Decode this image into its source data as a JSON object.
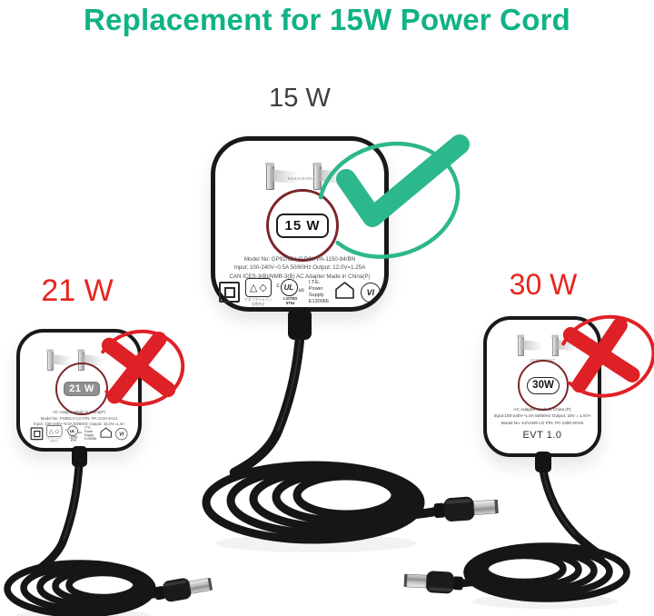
{
  "page": {
    "title": "Replacement for 15W Power Cord"
  },
  "colors": {
    "accent_green": "#10b286",
    "check_green": "#2db78d",
    "heading_red": "#e6241f",
    "reject_red": "#de2126",
    "maroon_ring": "#7b262a",
    "dark_gray_label": "#3e3e3e",
    "cable_black": "#161616"
  },
  "adapters": {
    "main": {
      "heading": "15 W",
      "badge": "15 W",
      "status": "correct-replacement",
      "prong_serial": "KD43A04934",
      "lines": [
        "Model No: GP92NB   LO   P/N: PA-1150-94/BN",
        "Input: 100-240V~0.5A  50/60Hz   Output: 12.0V=1.25A",
        "CAN ICES-3(B)/NMB-3(B)    AC Adapter    Made in China(P)"
      ]
    },
    "left": {
      "heading": "21 W",
      "badge": "21 W",
      "status": "wrong-replacement",
      "lines": [
        "AC Adapter  Made in China(P)",
        "Model No: PS56CV  LO  P/N: PA-1210-2A21",
        "Input: 100-240V~0.5A  50/60Hz  Output: 15.0V=1.4A"
      ]
    },
    "right": {
      "heading": "30 W",
      "badge": "30W",
      "status": "wrong-replacement",
      "serial": "1634F24647",
      "lines": [
        "AC Adapter Made in China (P)",
        "Input:100-240V~1.0A   50/60Hz   Output: 18V = 1.67A",
        "Model No: K2V1N9   LO P/N: PA-1300-20AN"
      ],
      "footer": "EVT 1.0"
    }
  },
  "cert": {
    "ul_c": "c",
    "ul": "UL",
    "ul_us": "us",
    "listed": "LISTED",
    "listed_no": "9T54",
    "ite": [
      "I.T.E.",
      "Power",
      "Supply",
      "E130066"
    ],
    "pse_tri": "△",
    "pse_diamond": "◇",
    "pse_caption": "アダプタジャパン",
    "pse_caption2": "お問合せ",
    "vi": "VI"
  }
}
